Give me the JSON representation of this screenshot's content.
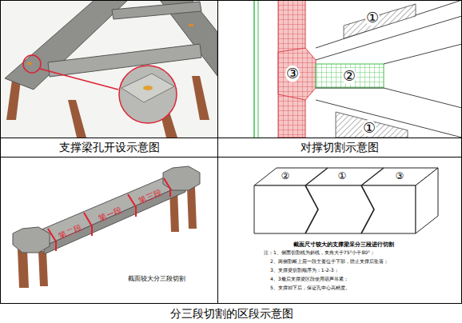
{
  "diagram": {
    "caption": "分三段切割的区段示意图",
    "labels": [
      "支撑梁孔开设示意图",
      "对撑切割示意图",
      "①",
      "②",
      "③",
      "①",
      "第二段",
      "第一段",
      "第三段",
      "截面较大分三段切割",
      "②",
      "①",
      "③",
      "截面尺寸较大的支撑梁采分三段进行切割",
      "注：1、侧面切割线为斜线，夹角大于75°小于80°；",
      "2、两侧割断上层一段主要位于下部，防止支撑后坠落；",
      "3、支撑梁切割顺序为：1-2-3；",
      "4、3最后支撑梁区段使用葫芦吊紧；",
      "5、支撑卸下后，保证孔中心高精度。"
    ]
  }
}
